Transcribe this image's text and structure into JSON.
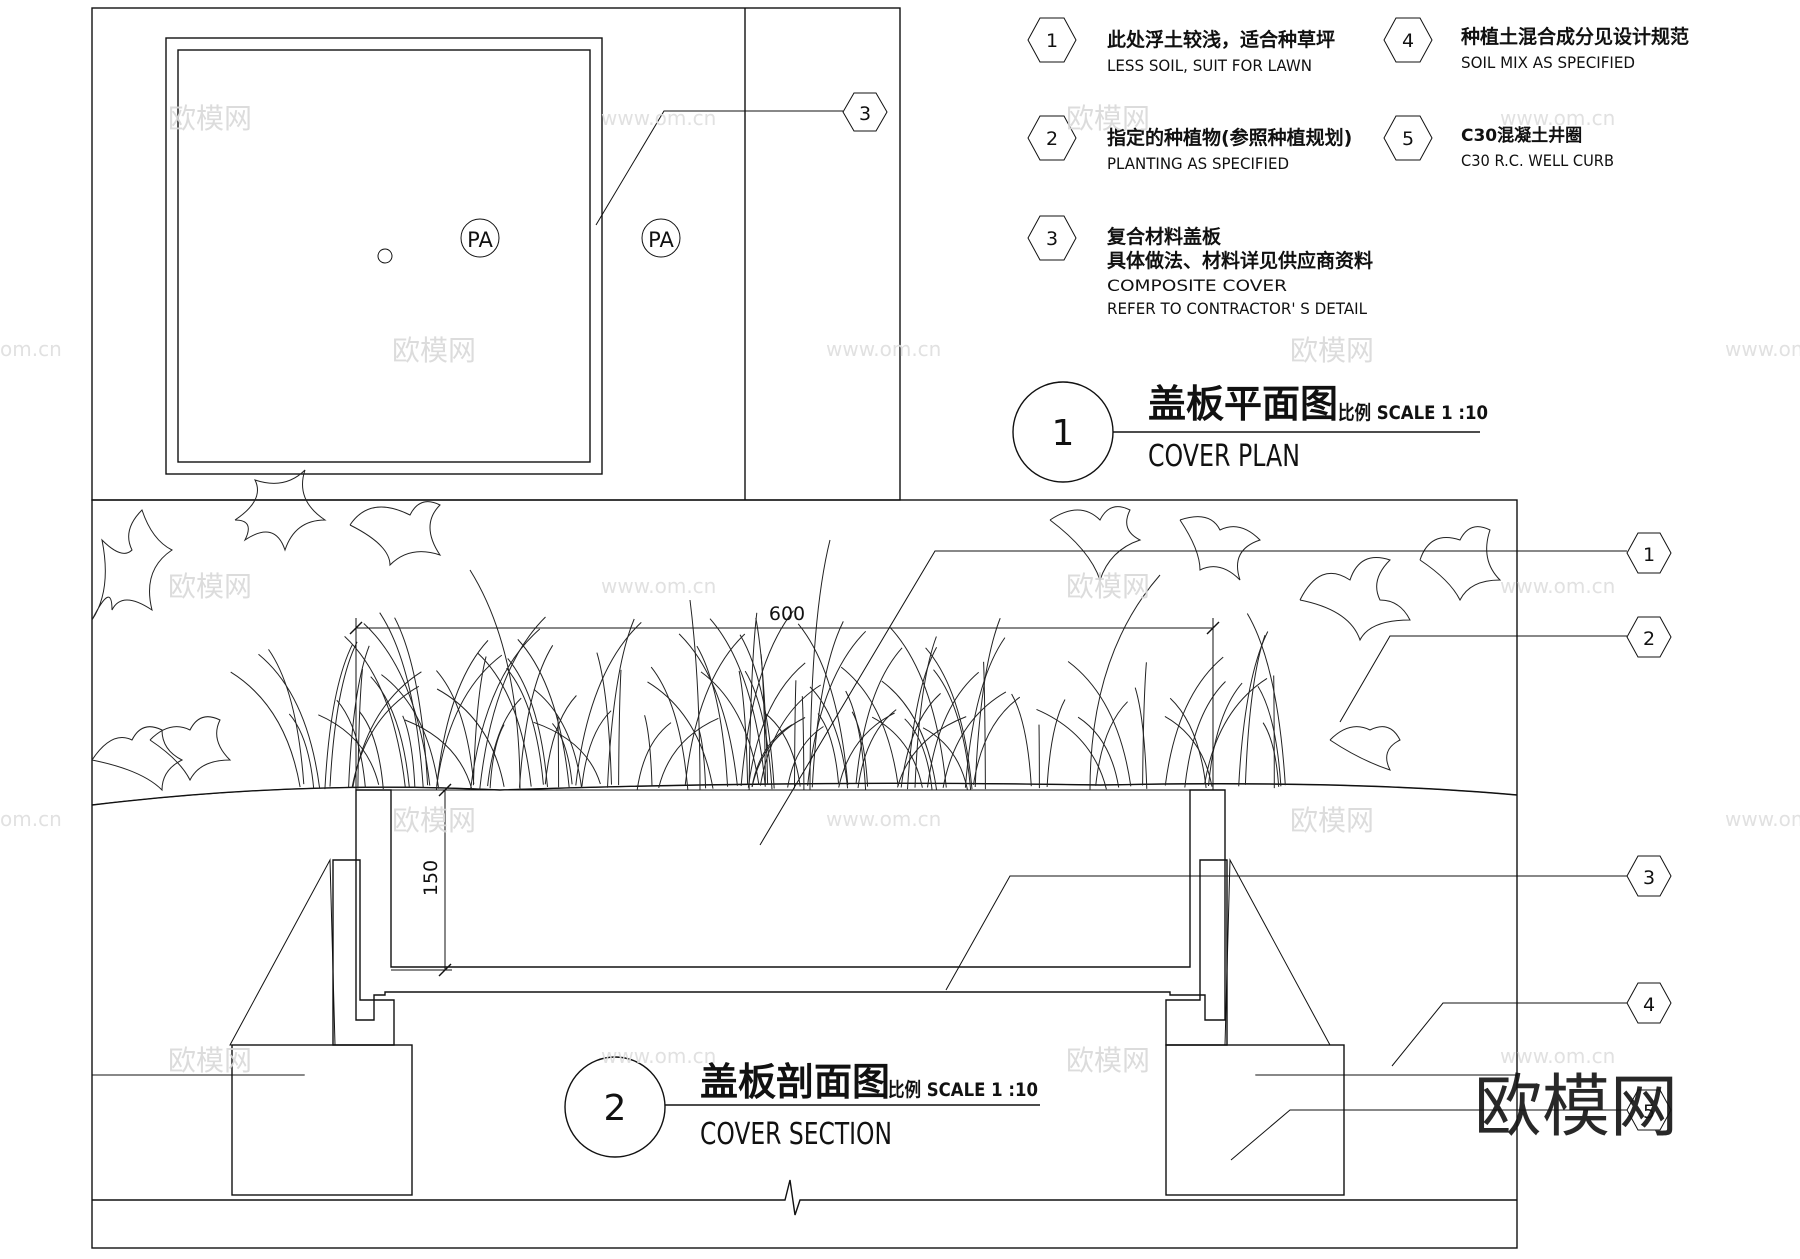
{
  "legend": [
    {
      "num": "1",
      "zh": "此处浮土较浅，适合种草坪",
      "en": "LESS SOIL, SUIT FOR LAWN"
    },
    {
      "num": "2",
      "zh": "指定的种植物(参照种植规划)",
      "en": "PLANTING AS SPECIFIED"
    },
    {
      "num": "3",
      "zh": "复合材料盖板",
      "zh2": "具体做法、材料详见供应商资料",
      "en": "COMPOSITE COVER",
      "en2": "REFER TO CONTRACTOR' S DETAIL"
    },
    {
      "num": "4",
      "zh": "种植土混合成分见设计规范",
      "en": "SOIL MIX AS SPECIFIED"
    },
    {
      "num": "5",
      "zh": "C30混凝土井圈",
      "en": "C30 R.C. WELL CURB"
    }
  ],
  "plan": {
    "num": "1",
    "title_zh": "盖板平面图",
    "scale": "比例 SCALE 1 :10",
    "title_en": "COVER PLAN",
    "tag_inner": "PA",
    "tag_outer": "PA",
    "callout": "3"
  },
  "section": {
    "num": "2",
    "title_zh": "盖板剖面图",
    "scale": "比例 SCALE 1 :10",
    "title_en": "COVER SECTION",
    "dim_width": "600",
    "dim_depth": "150",
    "callouts": [
      "1",
      "2",
      "3",
      "4",
      "5"
    ]
  },
  "watermark": {
    "brand": "欧模网",
    "url": "www.om.cn",
    "url_short": "om.cn"
  },
  "colors": {
    "ink": "#111111",
    "watermark": "#d9d9d9"
  }
}
